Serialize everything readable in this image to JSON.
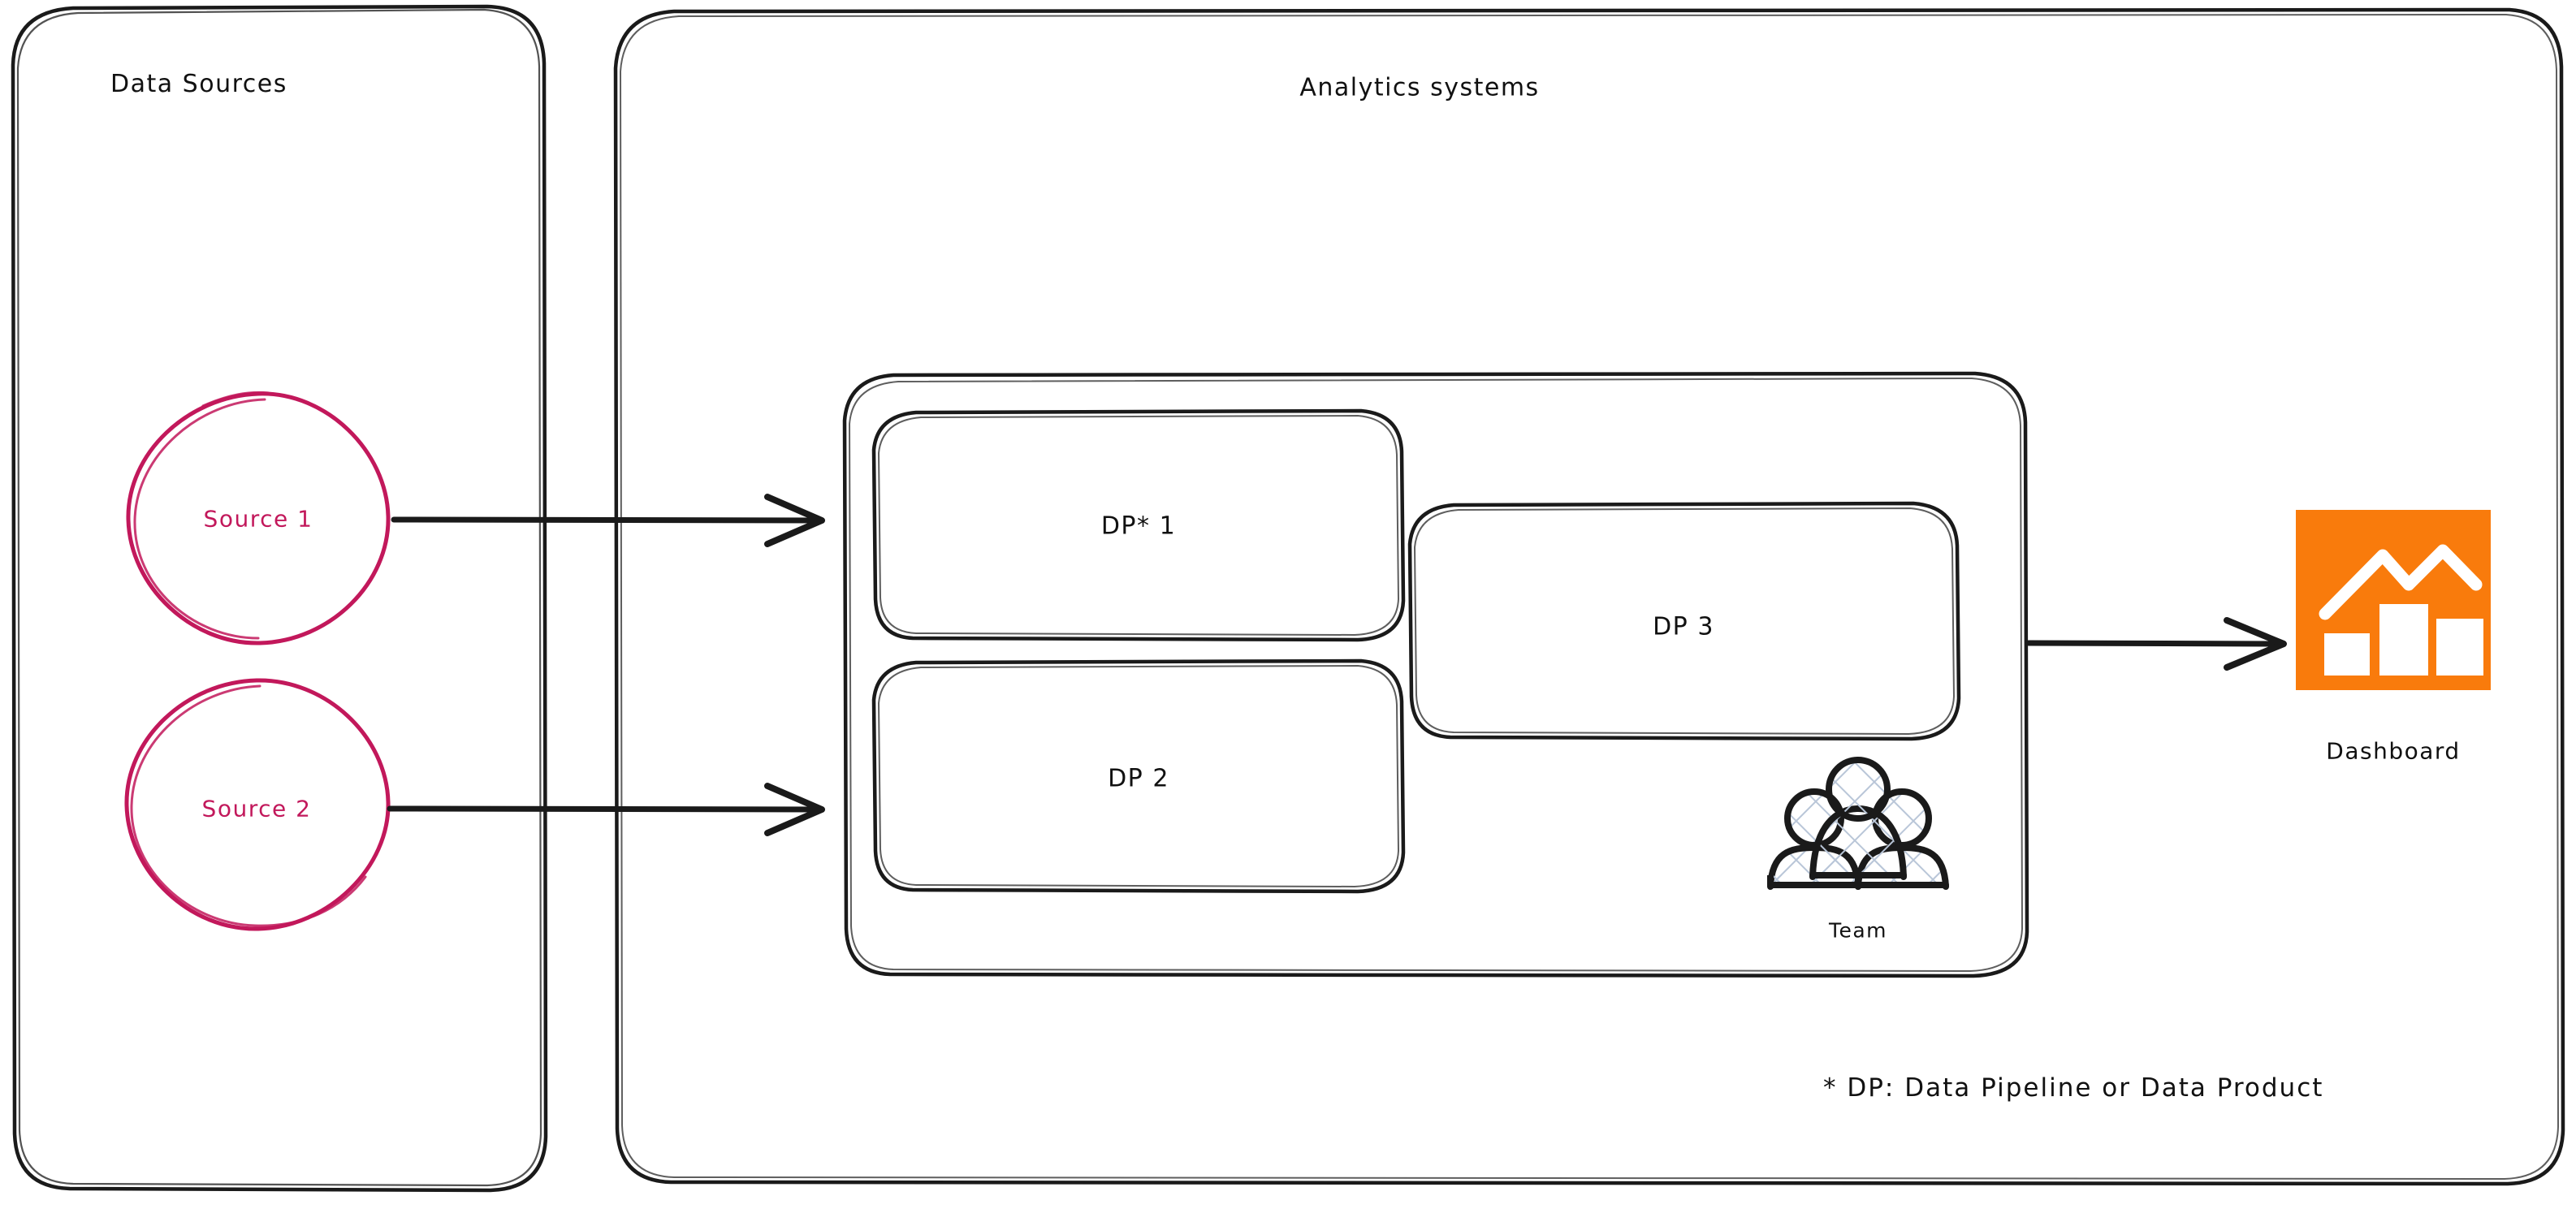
{
  "diagram": {
    "type": "architecture-diagram",
    "style": "hand-drawn sketch",
    "background": "#ffffff",
    "colors": {
      "stroke": "#1a1a1a",
      "source_accent": "#C2185B",
      "dashboard_accent": "#F97B0C",
      "team_hatch": "#b9c6d8"
    }
  },
  "groups": {
    "data_sources": {
      "title": "Data Sources",
      "nodes": [
        {
          "label": "Source 1",
          "shape": "circle"
        },
        {
          "label": "Source 2",
          "shape": "circle"
        }
      ]
    },
    "analytics_systems": {
      "title": "Analytics systems",
      "container": {
        "label": "",
        "nodes": [
          {
            "label": "DP* 1",
            "shape": "rounded-rect"
          },
          {
            "label": "DP 2",
            "shape": "rounded-rect"
          },
          {
            "label": "DP 3",
            "shape": "rounded-rect"
          }
        ],
        "icons": [
          {
            "name": "team-icon",
            "caption": "Team"
          }
        ]
      },
      "footnote": "* DP: Data Pipeline or Data Product"
    }
  },
  "outputs": [
    {
      "name": "dashboard-icon",
      "caption": "Dashboard",
      "icon": "bar-chart-icon",
      "color": "#F97B0C"
    }
  ],
  "edges": [
    {
      "from": "Source 1",
      "to": "DP* 1",
      "arrow": "right"
    },
    {
      "from": "Source 2",
      "to": "DP 2",
      "arrow": "right"
    },
    {
      "from": "Analytics systems",
      "to": "Dashboard",
      "arrow": "right"
    }
  ]
}
